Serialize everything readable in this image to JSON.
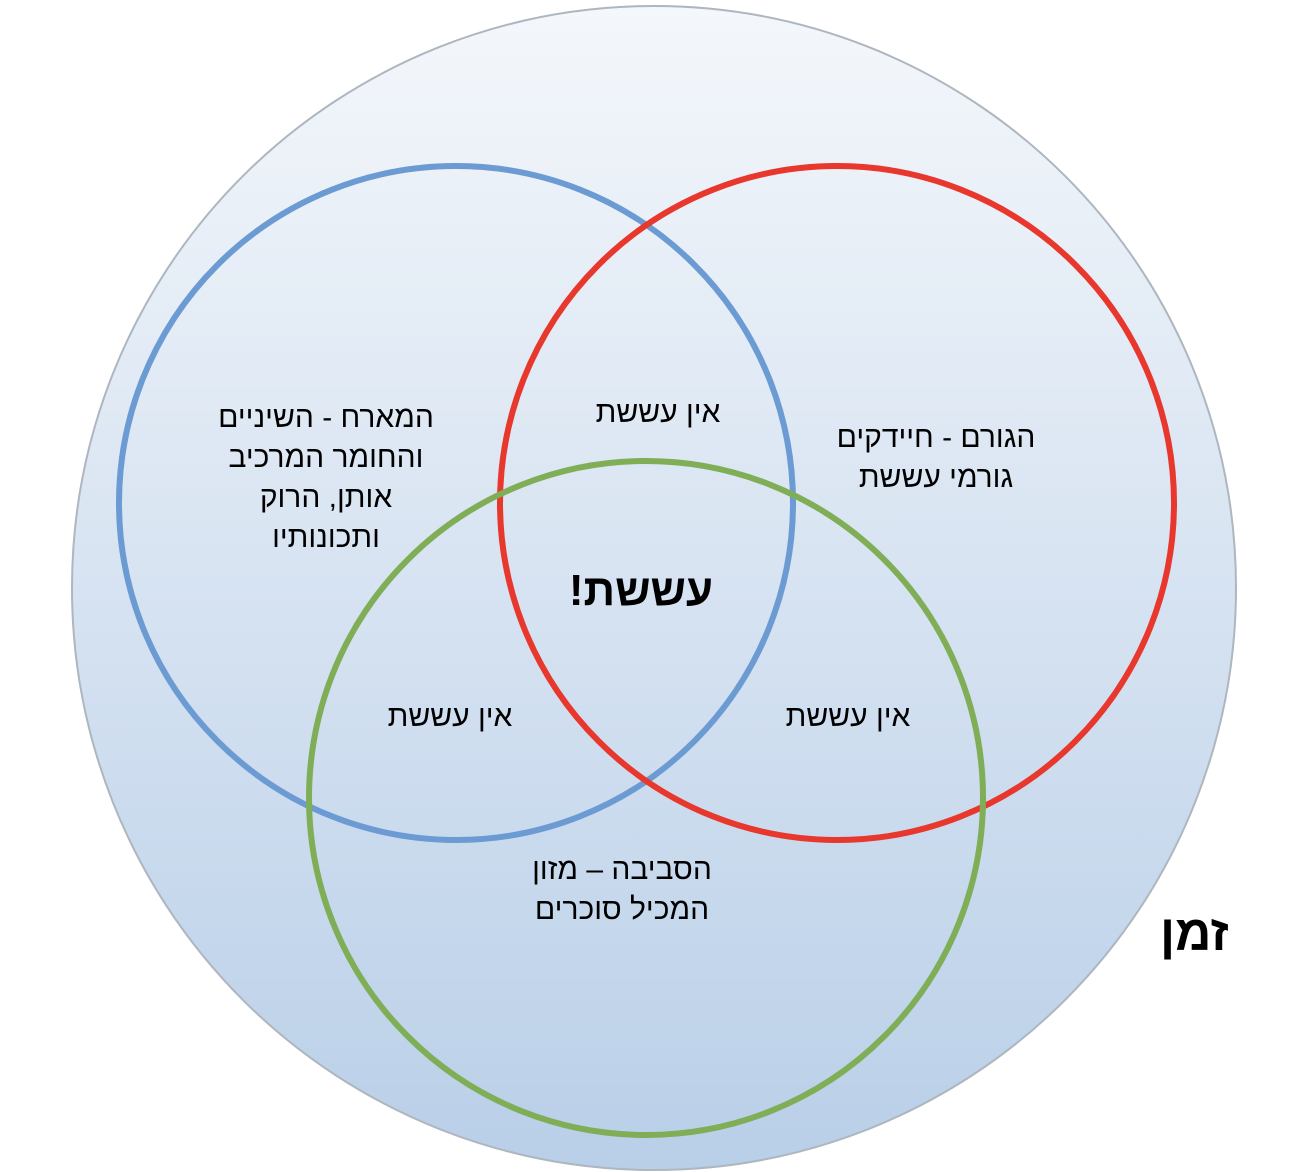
{
  "colors": {
    "outer_fill_top": "#f4f7fb",
    "outer_fill_bottom": "#b9cfe8",
    "outer_stroke": "#aeb6bf",
    "host_circle": "#6b9bd2",
    "agent_circle": "#e8372c",
    "environment_circle": "#7fae57",
    "text": "#000000"
  },
  "labels": {
    "time": "זמן",
    "center": "עששת!",
    "host": "המארח - השיניים\nוהחומר המרכיב\nאותן, הרוק\nותכונותיו",
    "agent": "הגורם - חיידקים\nגורמי עששת",
    "environment": "הסביבה – מזון\nהמכיל סוכרים",
    "no_caries_top": "אין עששת",
    "no_caries_left": "אין עששת",
    "no_caries_right": "אין עששת"
  }
}
